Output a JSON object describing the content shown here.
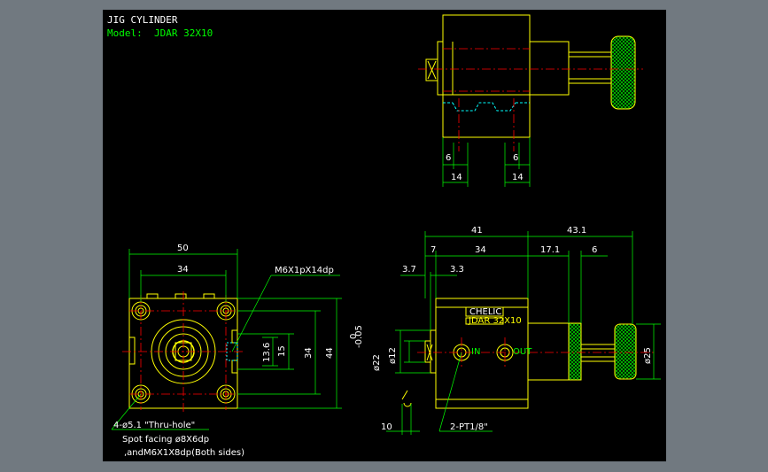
{
  "title": {
    "line1": "JIG CYLINDER",
    "line2": "Model:  JDAR 32X10"
  },
  "colors": {
    "background": "#000000",
    "frame": "#717980",
    "geometry": "#ffff00",
    "dimension": "#00ff00",
    "centerline": "#ff0000",
    "hidden": "#00ffff",
    "text": "#ffffff",
    "knurl": "#00cc00"
  },
  "dimensions": {
    "top_view": {
      "d6_left": "6",
      "d6_right": "6",
      "d14_left": "14",
      "d14_right": "14"
    },
    "front_view": {
      "width": "50",
      "bolt_span": "34",
      "height": "44",
      "bolt_span_v": "34",
      "d15": "15",
      "d13_6": "13.6",
      "thread_callout": "M6X1pX14dp",
      "hole_note_1": "4-ø5.1 \"Thru-hole\"",
      "hole_note_2": "Spot facing ø8X6dp",
      "hole_note_3": ",andM6X1X8dp(Both sides)"
    },
    "side_view": {
      "d41": "41",
      "d43_1": "43.1",
      "d7": "7",
      "d34": "34",
      "d17_1": "17.1",
      "d6": "6",
      "d3_7": "3.7",
      "d3_3": "3.3",
      "dia22": "ø22",
      "tol": "-0.05",
      "tol0": "0",
      "dia12": "ø12",
      "dia25": "ø25",
      "d10": "10",
      "port": "2-PT1/8\"",
      "label_brand": "CHELIC",
      "label_small": "JDAR 32X10",
      "port_in": "IN",
      "port_out": "OUT"
    }
  }
}
